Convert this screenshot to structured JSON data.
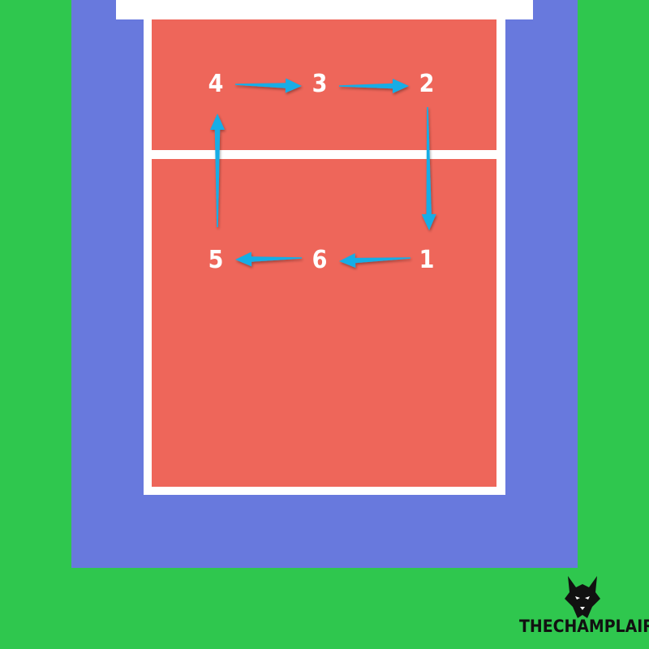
{
  "colors": {
    "background": "#2fc74e",
    "free_zone": "#6879dd",
    "court_lines": "#ffffff",
    "court_surface": "#ee665a",
    "arrow": "#17ade6",
    "position_number": "#ffffff",
    "brand": "#111111"
  },
  "positions": {
    "p1": "1",
    "p2": "2",
    "p3": "3",
    "p4": "4",
    "p5": "5",
    "p6": "6"
  },
  "brand": {
    "name": "THECHAMPLAIR",
    "icon": "wolf-head-icon"
  }
}
